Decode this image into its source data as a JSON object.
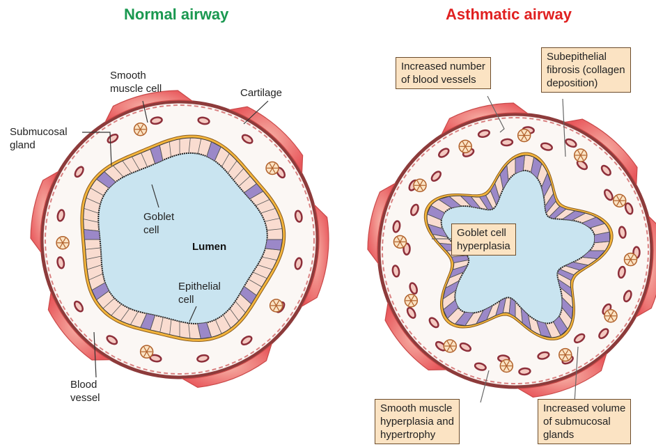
{
  "titles": {
    "normal": "Normal airway",
    "asthmatic": "Asthmatic airway"
  },
  "normal_labels": {
    "smooth_muscle": [
      "Smooth",
      "muscle cell"
    ],
    "cartilage": "Cartilage",
    "submucosal_gland": [
      "Submucosal",
      "gland"
    ],
    "goblet_cell": [
      "Goblet",
      "cell"
    ],
    "lumen": "Lumen",
    "epithelial_cell": [
      "Epithelial",
      "cell"
    ],
    "blood_vessel": [
      "Blood",
      "vessel"
    ]
  },
  "asthmatic_labels": {
    "blood_vessels": [
      "Increased number",
      "of blood vessels"
    ],
    "fibrosis": [
      "Subepithelial",
      "fibrosis (collagen",
      "deposition)"
    ],
    "goblet_hyperplasia": [
      "Goblet cell",
      "hyperplasia"
    ],
    "smooth_muscle": [
      "Smooth muscle",
      "hyperplasia and",
      "hypertrophy"
    ],
    "glands": [
      "Increased volume",
      "of submucosal",
      "glands"
    ]
  },
  "colors": {
    "normal_title": "#1a9850",
    "asthmatic_title": "#e02020",
    "lumen": "#c9e4f0",
    "cartilage": "#ef6e6e",
    "basement": "#f3b43c",
    "goblet": "#9b88c8",
    "epithelial": "#f9dcd0",
    "box": "#fbe3c3"
  }
}
